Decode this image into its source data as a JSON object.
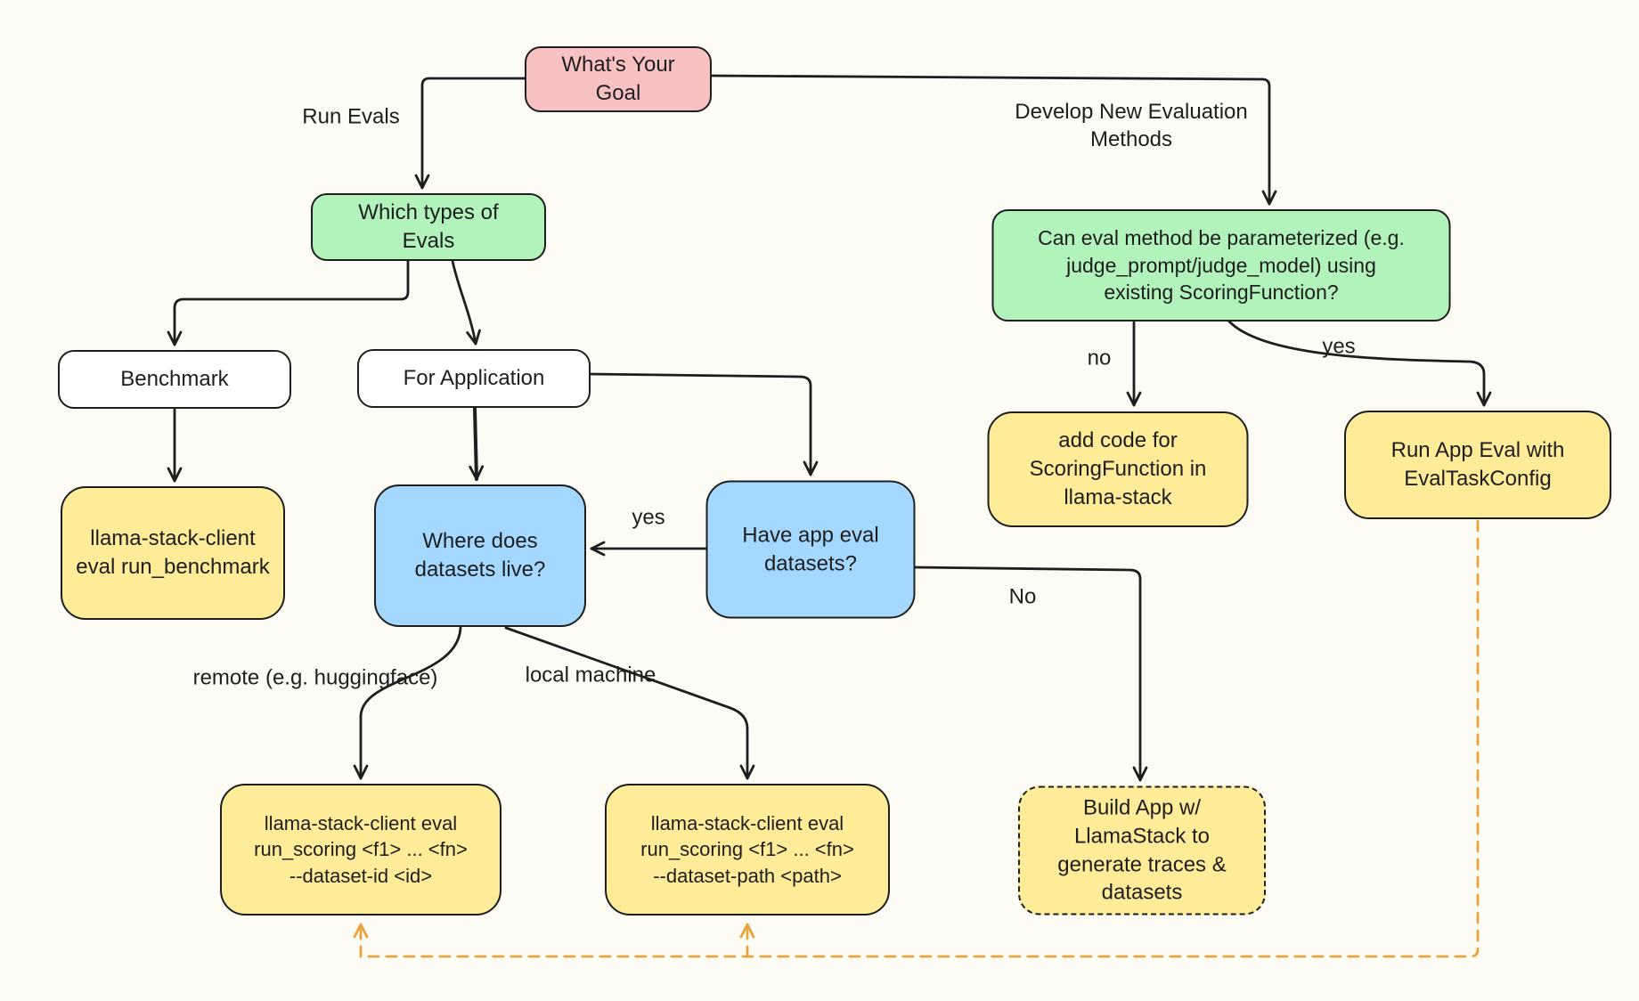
{
  "diagram": {
    "title": "Evals decision flowchart",
    "colors": {
      "pink": "#f8c2c2",
      "green": "#b2f2bb",
      "yellow": "#ffec99",
      "blue": "#a5d8ff",
      "white": "#ffffff",
      "stroke": "#1e1e1e",
      "orange_dashed": "#e8a33d",
      "background": "#fcfbf4"
    },
    "nodes": {
      "goal": {
        "label": "What's Your\nGoal",
        "color": "#f8c2c2"
      },
      "which_types": {
        "label": "Which types of\nEvals",
        "color": "#b2f2bb"
      },
      "benchmark": {
        "label": "Benchmark",
        "color": "#ffffff"
      },
      "for_application": {
        "label": "For Application",
        "color": "#ffffff"
      },
      "run_benchmark": {
        "label": "llama-stack-client\neval run_benchmark",
        "color": "#ffec99"
      },
      "where_datasets": {
        "label": "Where does\ndatasets live?",
        "color": "#a5d8ff"
      },
      "have_datasets": {
        "label": "Have app eval\ndatasets?",
        "color": "#a5d8ff"
      },
      "param_question": {
        "label": "Can eval method be parameterized (e.g.\njudge_prompt/judge_model) using\nexisting ScoringFunction?",
        "color": "#b2f2bb"
      },
      "add_code": {
        "label": "add code for\nScoringFunction in\nllama-stack",
        "color": "#ffec99"
      },
      "run_app_eval": {
        "label": "Run App Eval with\nEvalTaskConfig",
        "color": "#ffec99"
      },
      "run_scoring_id": {
        "label": "llama-stack-client eval\nrun_scoring <f1> ... <fn>\n--dataset-id <id>",
        "color": "#ffec99"
      },
      "run_scoring_path": {
        "label": "llama-stack-client eval\nrun_scoring <f1> ... <fn>\n--dataset-path <path>",
        "color": "#ffec99"
      },
      "build_app": {
        "label": "Build App w/\nLlamaStack to\ngenerate traces &\ndatasets",
        "color": "#ffec99",
        "border": "dashed"
      }
    },
    "edge_labels": {
      "run_evals": "Run Evals",
      "develop_new": "Develop New Evaluation\nMethods",
      "no_param": "no",
      "yes_param": "yes",
      "yes_have": "yes",
      "no_have": "No",
      "remote": "remote (e.g. huggingface)",
      "local": "local machine"
    }
  }
}
